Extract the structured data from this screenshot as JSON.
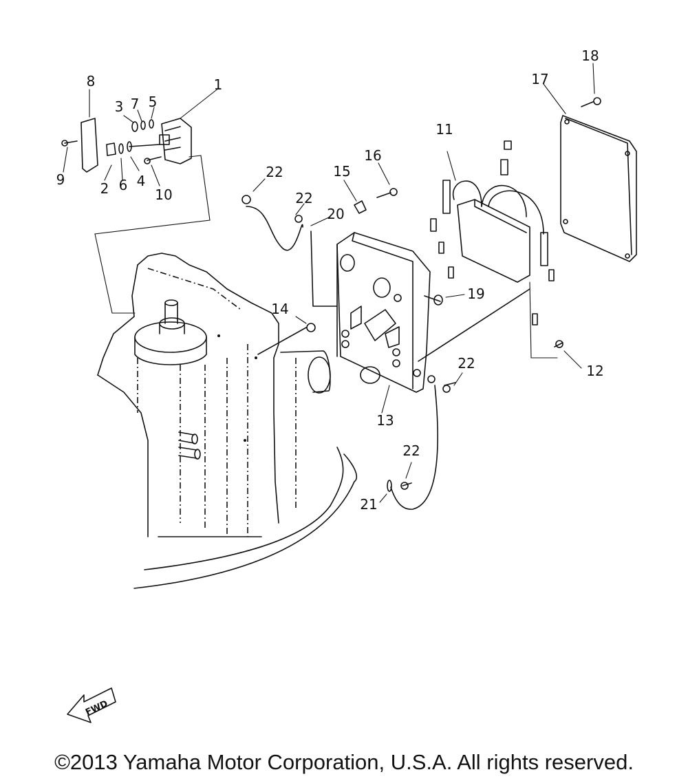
{
  "callouts": {
    "c1": "1",
    "c2": "2",
    "c3": "3",
    "c4": "4",
    "c5": "5",
    "c6": "6",
    "c7": "7",
    "c8": "8",
    "c9": "9",
    "c10": "10",
    "c11": "11",
    "c12": "12",
    "c13": "13",
    "c14": "14",
    "c15": "15",
    "c16": "16",
    "c17": "17",
    "c18": "18",
    "c19": "19",
    "c20": "20",
    "c21": "21",
    "c22a": "22",
    "c22b": "22",
    "c22c": "22",
    "c22d": "22"
  },
  "fwd_label": "FWD",
  "copyright": "©2013 Yamaha Motor Corporation, U.S.A. All rights reserved."
}
